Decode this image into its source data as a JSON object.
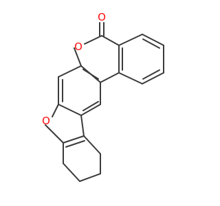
{
  "molecule": {
    "atoms": [
      {
        "id": "O_carbonyl",
        "symbol": "O",
        "color": "#ff0d0d"
      },
      {
        "id": "O_lactone",
        "symbol": "O",
        "color": "#ff0d0d"
      },
      {
        "id": "O_furan",
        "symbol": "O",
        "color": "#ff0d0d"
      }
    ],
    "bond_color": "#3a3a3a"
  }
}
